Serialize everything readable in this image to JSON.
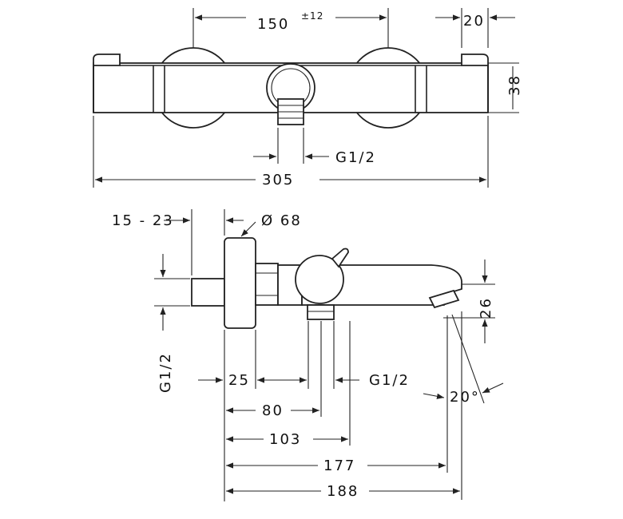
{
  "top_view": {
    "width_between_centers": "150",
    "tolerance": "±12",
    "cap_width": "20",
    "body_height": "38",
    "outlet_thread": "G1/2",
    "overall_width": "305"
  },
  "side_view": {
    "wall_projection_range": "15 - 23",
    "rosette_diameter": "Ø 68",
    "inlet_thread": "G1/2",
    "spout_height": "26",
    "dim_25": "25",
    "outlet_thread": "G1/2",
    "spout_angle": "20°",
    "dim_80": "80",
    "dim_103": "103",
    "dim_177": "177",
    "dim_188": "188"
  }
}
